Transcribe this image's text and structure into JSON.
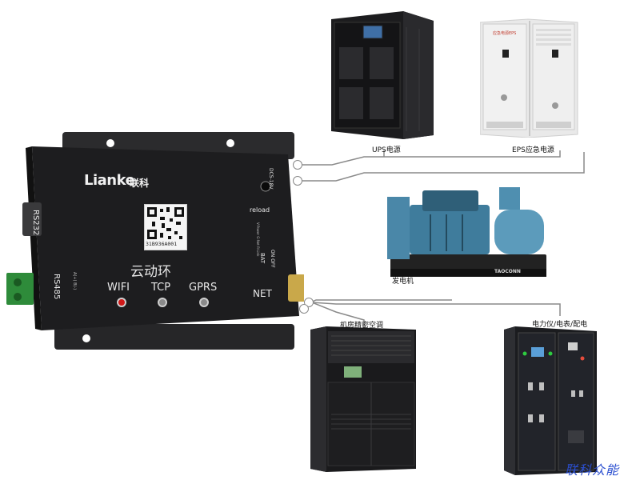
{
  "device": {
    "brand": "Lianke",
    "brand_cn": "联科",
    "qr_code_id": "31B936A001",
    "product_name": "云动环",
    "leds": [
      {
        "label": "WIFI",
        "color": "#d01818"
      },
      {
        "label": "TCP",
        "color": "#8a8a8a"
      },
      {
        "label": "GPRS",
        "color": "#8a8a8a"
      }
    ],
    "ports": {
      "rs232": "RS232",
      "rs485": "RS485",
      "rs485_pins": "A(+) B(-)",
      "dc": "DC5-18V",
      "reload": "reload",
      "status": "V-Power G-Net R-Link",
      "bat": "BAT",
      "on_off": "ON  OFF",
      "net": "NET"
    }
  },
  "equipment": {
    "ups": "UPS电源",
    "eps": "EPS应急电源",
    "generator": "发电机",
    "generator_brand": "TAOCONN",
    "ac": "机房精密空调",
    "meter": "电力仪/电表/配电",
    "eps_panel_text": "应急电源EPS"
  },
  "watermark": "联科众能"
}
